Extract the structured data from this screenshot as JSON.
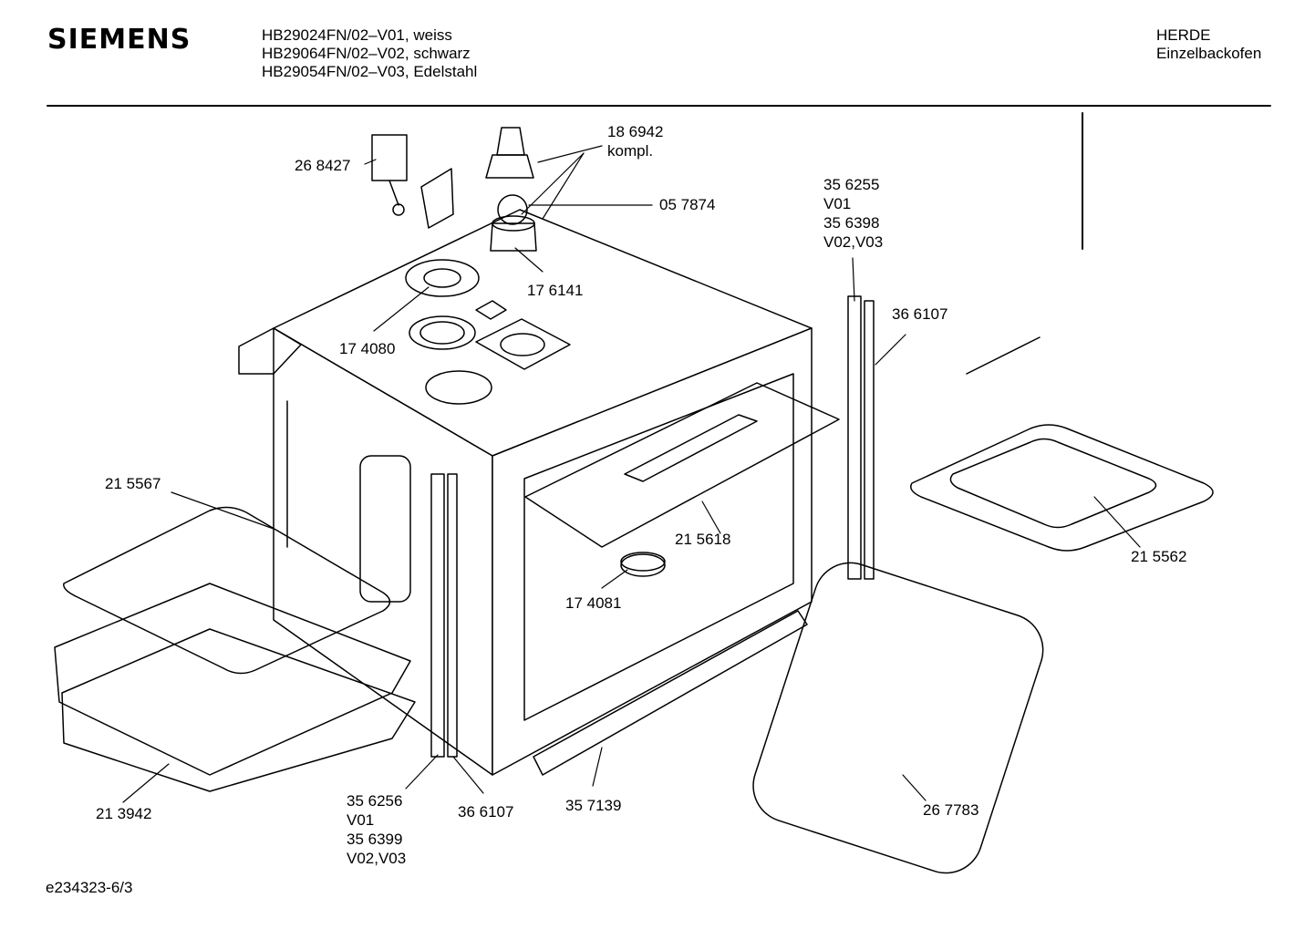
{
  "header": {
    "brand": "SIEMENS",
    "models": [
      "HB29024FN/02–V01, weiss",
      "HB29064FN/02–V02, schwarz",
      "HB29054FN/02–V03, Edelstahl"
    ],
    "category": [
      "HERDE",
      "Einzelbackofen"
    ]
  },
  "parts": [
    {
      "id": "part-268427",
      "lines": [
        "26 8427"
      ]
    },
    {
      "id": "part-186942",
      "lines": [
        "18 6942",
        "kompl."
      ]
    },
    {
      "id": "part-057874",
      "lines": [
        "05 7874"
      ]
    },
    {
      "id": "part-176141",
      "lines": [
        "17 6141"
      ]
    },
    {
      "id": "part-174080",
      "lines": [
        "17 4080"
      ]
    },
    {
      "id": "part-356255",
      "lines": [
        "35 6255",
        "V01",
        "35 6398",
        "V02,V03"
      ]
    },
    {
      "id": "part-366107-right",
      "lines": [
        "36 6107"
      ]
    },
    {
      "id": "part-215567",
      "lines": [
        "21 5567"
      ]
    },
    {
      "id": "part-215618",
      "lines": [
        "21 5618"
      ]
    },
    {
      "id": "part-174081",
      "lines": [
        "17 4081"
      ]
    },
    {
      "id": "part-215562",
      "lines": [
        "21 5562"
      ]
    },
    {
      "id": "part-213942",
      "lines": [
        "21 3942"
      ]
    },
    {
      "id": "part-356256",
      "lines": [
        "35 6256",
        "V01",
        "35 6399",
        "V02,V03"
      ]
    },
    {
      "id": "part-366107-left",
      "lines": [
        "36 6107"
      ]
    },
    {
      "id": "part-357139",
      "lines": [
        "35 7139"
      ]
    },
    {
      "id": "part-267783",
      "lines": [
        "26 7783"
      ]
    }
  ],
  "footer": {
    "doc_id": "e234323-6/3"
  }
}
